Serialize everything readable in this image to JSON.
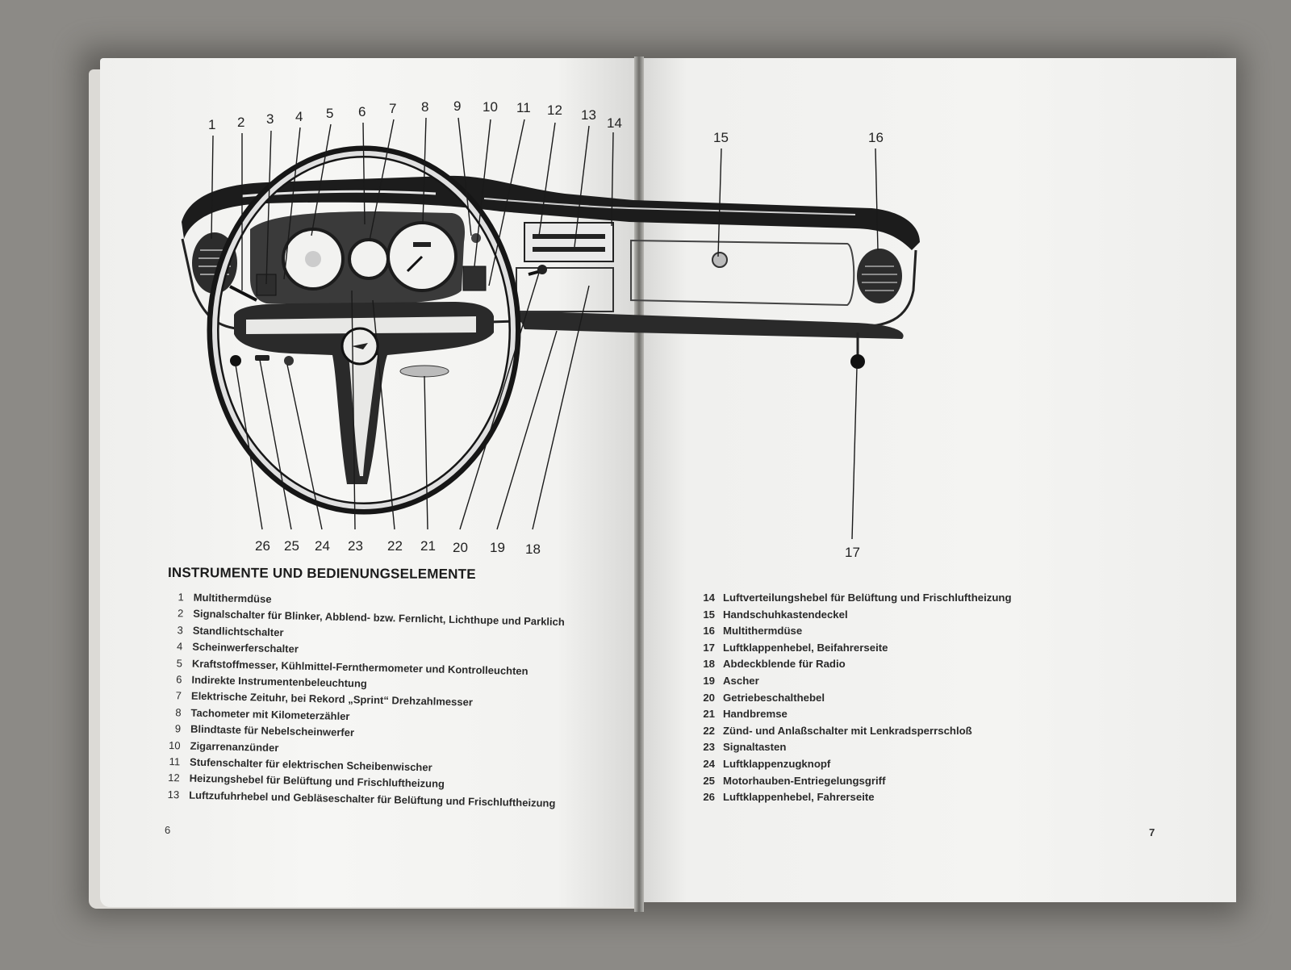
{
  "heading": "INSTRUMENTE UND BEDIENUNGSELEMENTE",
  "top_callouts": [
    "1",
    "2",
    "3",
    "4",
    "5",
    "6",
    "7",
    "8",
    "9",
    "10",
    "11",
    "12",
    "13",
    "14"
  ],
  "right_top_callouts": [
    "15",
    "16"
  ],
  "bottom_callouts": [
    "26",
    "25",
    "24",
    "23",
    "22",
    "21",
    "20",
    "19",
    "18"
  ],
  "callout_17": "17",
  "legend_left": [
    {
      "num": "1",
      "text": "Multithermdüse"
    },
    {
      "num": "2",
      "text": "Signalschalter für Blinker, Abblend- bzw. Fernlicht, Lichthupe und Parklich"
    },
    {
      "num": "3",
      "text": "Standlichtschalter"
    },
    {
      "num": "4",
      "text": "Scheinwerferschalter"
    },
    {
      "num": "5",
      "text": "Kraftstoffmesser, Kühlmittel-Fernthermometer und Kontrolleuchten"
    },
    {
      "num": "6",
      "text": "Indirekte Instrumentenbeleuchtung"
    },
    {
      "num": "7",
      "text": "Elektrische Zeituhr, bei Rekord „Sprint“ Drehzahlmesser"
    },
    {
      "num": "8",
      "text": "Tachometer mit Kilometerzähler"
    },
    {
      "num": "9",
      "text": "Blindtaste für Nebelscheinwerfer"
    },
    {
      "num": "10",
      "text": "Zigarrenanzünder"
    },
    {
      "num": "11",
      "text": "Stufenschalter für elektrischen Scheibenwischer"
    },
    {
      "num": "12",
      "text": "Heizungshebel für Belüftung und Frischluftheizung"
    },
    {
      "num": "13",
      "text": "Luftzufuhrhebel und Gebläseschalter für Belüftung und Frischluftheizung"
    }
  ],
  "legend_right": [
    {
      "num": "14",
      "text": "Luftverteilungshebel für Belüftung und Frischluftheizung"
    },
    {
      "num": "15",
      "text": "Handschuhkastendeckel"
    },
    {
      "num": "16",
      "text": "Multithermdüse"
    },
    {
      "num": "17",
      "text": "Luftklappenhebel, Beifahrerseite"
    },
    {
      "num": "18",
      "text": "Abdeckblende für Radio"
    },
    {
      "num": "19",
      "text": "Ascher"
    },
    {
      "num": "20",
      "text": "Getriebeschalthebel"
    },
    {
      "num": "21",
      "text": "Handbremse"
    },
    {
      "num": "22",
      "text": "Zünd- und Anlaßschalter mit Lenkradsperrschloß"
    },
    {
      "num": "23",
      "text": "Signaltasten"
    },
    {
      "num": "24",
      "text": "Luftklappenzugknopf"
    },
    {
      "num": "25",
      "text": "Motorhauben-Entriegelungsgriff"
    },
    {
      "num": "26",
      "text": "Luftklappenhebel, Fahrerseite"
    }
  ],
  "page_left_number": "6",
  "page_right_number": "7"
}
